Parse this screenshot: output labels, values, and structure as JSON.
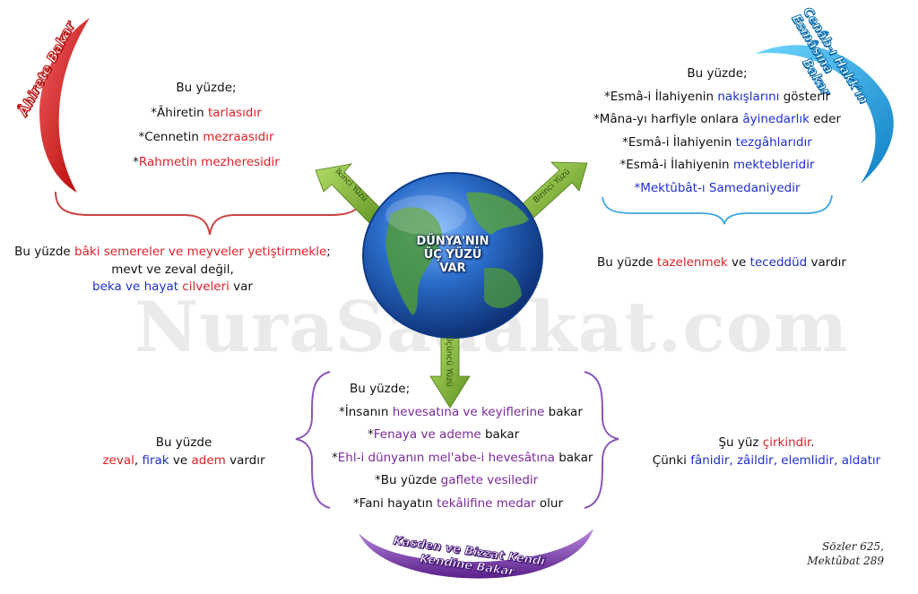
{
  "watermark": "NuraSadakat.com",
  "center": {
    "title_line1": "DÜNYA'NIN",
    "title_line2": "ÜÇ YÜZÜ",
    "title_line3": "VAR"
  },
  "arrows": {
    "ikinci": "İkinci Yüzü",
    "birinci": "Birinci Yüzü",
    "ucuncu": "Üçüncü Yüzü"
  },
  "left_top": {
    "arc_label": "Âhirete Bakar",
    "heading": "Bu yüzde;",
    "l1a": "*Âhiretin ",
    "l1b": "tarlasıdır",
    "l2a": "*Cennetin ",
    "l2b": "mezraasıdır",
    "l3a": "*",
    "l3b": "Rahmetin mezheresidir"
  },
  "left_mid": {
    "l1a": "Bu yüzde  ",
    "l1b": "bâki semereler ve meyveler yetiştirmekle",
    "l1c": ";",
    "l2": "mevt ve zeval değil,",
    "l3a": "beka ve hayat ",
    "l3b": "cilveleri",
    "l3c": " var"
  },
  "right_top": {
    "arc_label_1": "Cenâb-ı Hakk'ın Esmâsına",
    "arc_label_2": "Bakar",
    "heading": "Bu yüzde;",
    "l1a": "*Esmâ-i İlahiyenin ",
    "l1b": "nakışlarını",
    "l1c": " gösterir",
    "l2a": "*Mâna-yı harfiyle onlara ",
    "l2b": "âyinedarlık",
    "l2c": " eder",
    "l3a": "*Esmâ-i İlahiyenin ",
    "l3b": "tezgâhlarıdır",
    "l4a": "*Esmâ-i İlahiyenin ",
    "l4b": "mektebleridir",
    "l5": "*Mektûbât-ı Samedaniyedir"
  },
  "right_mid": {
    "a": "Bu yüzde ",
    "b": "tazelenmek",
    "c": " ve ",
    "d": "teceddüd",
    "e": " vardır"
  },
  "bottom": {
    "arc_label_1": "Kasden ve Bizzat Kendi",
    "arc_label_2": "Kendine Bakar",
    "heading": "Bu yüzde;",
    "l1a": "*İnsanın ",
    "l1b": "hevesatına ve keyiflerine",
    "l1c": " bakar",
    "l2a": "*",
    "l2b": "Fenaya ve ademe",
    "l2c": " bakar",
    "l3a": "*",
    "l3b": "Ehl-i dünyanın mel'abe-i hevesâtına",
    "l3c": " bakar",
    "l4a": "*Bu yüzde ",
    "l4b": "gaflete vesiledir",
    "l5a": "*Fani hayatın ",
    "l5b": "tekâlifine medar",
    "l5c": " olur"
  },
  "bottom_left": {
    "l1": "Bu yüzde",
    "l2a": "zeval",
    "l2b": ", ",
    "l2c": "firak",
    "l2d": " ve ",
    "l2e": "adem",
    "l2f": " vardır"
  },
  "bottom_right": {
    "l1a": "Şu yüz ",
    "l1b": "çirkindir",
    "l1c": ".",
    "l2a": "Çünki ",
    "l2b": "fânidir, zâildir, elemlidir, aldatır"
  },
  "source": {
    "l1": "Sözler 625,",
    "l2": "Mektûbat 289"
  },
  "colors": {
    "red": "#e0202a",
    "blue": "#1f2fd0",
    "purple": "#7a2a9a",
    "arrow_green": "#8bbf3a",
    "globe_blue": "#1f5fb5"
  }
}
